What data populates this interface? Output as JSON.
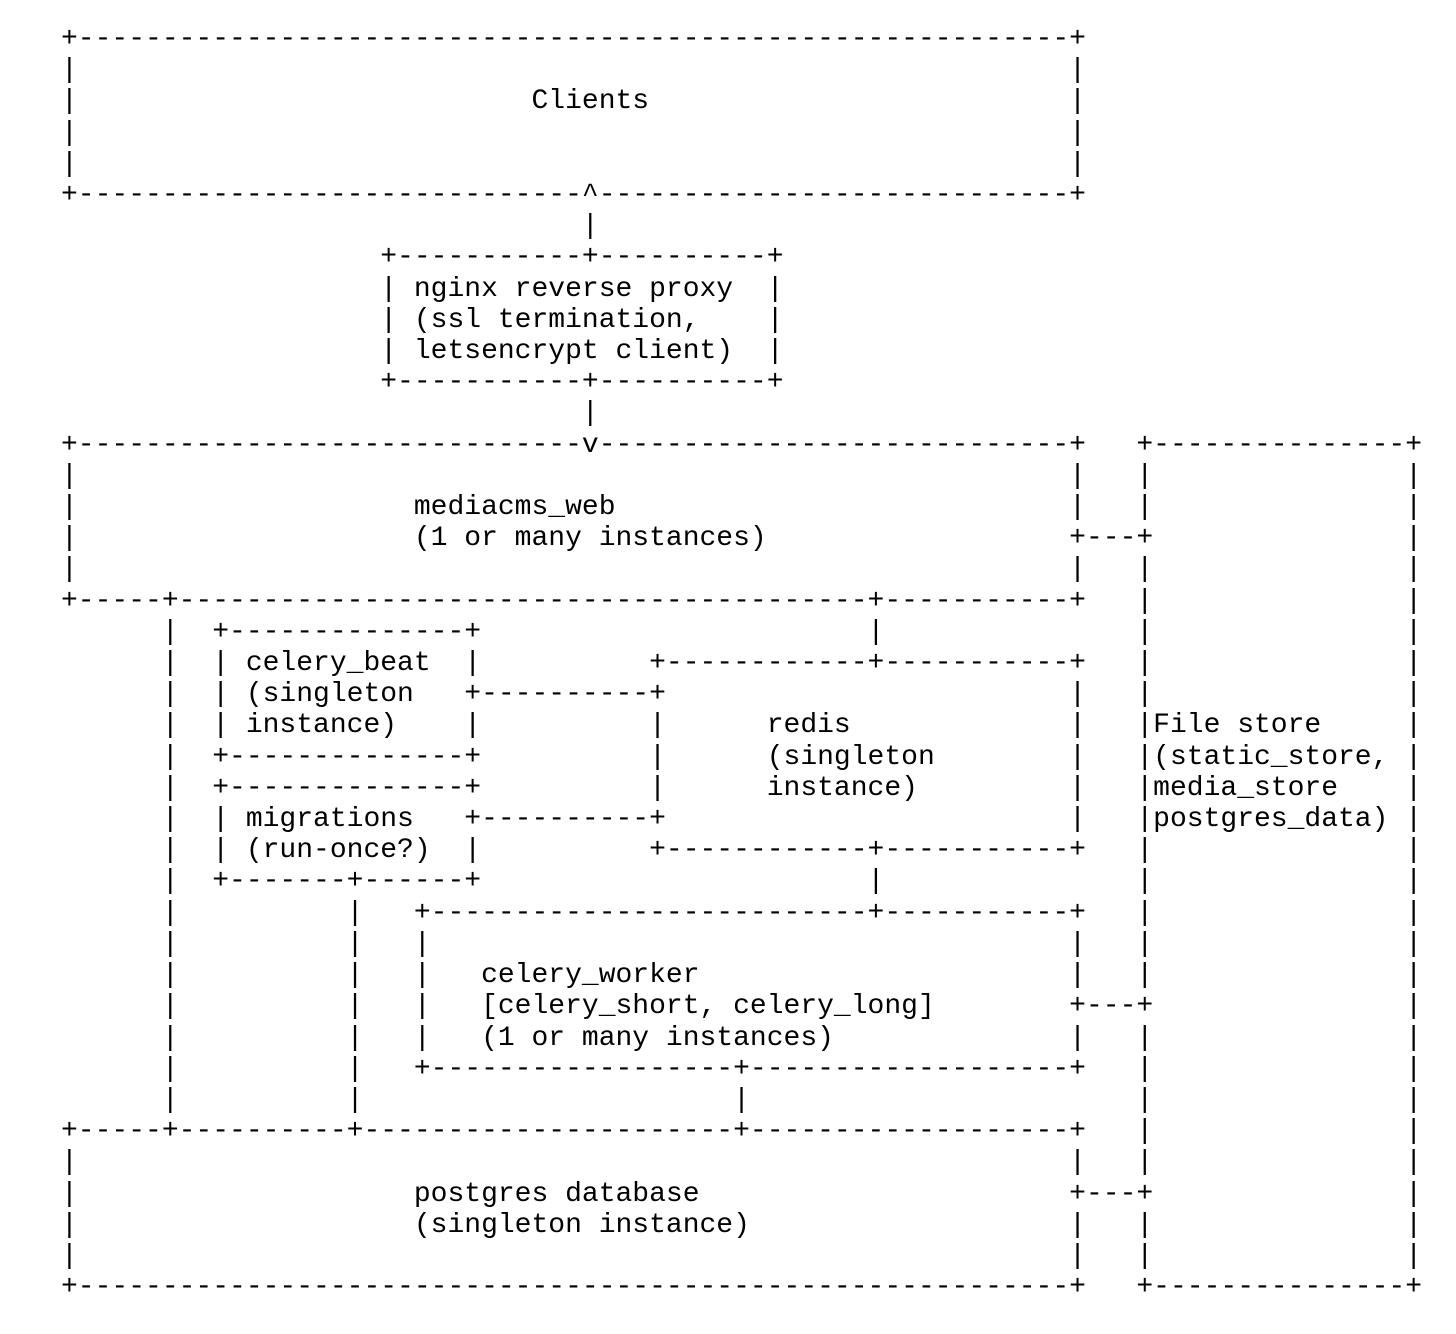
{
  "colors": {
    "canvas_background": "#ffffff",
    "diagram_text": "#000000"
  },
  "diagram": {
    "format": "ascii-box-drawing",
    "ascii_lines": [
      "+-----------------------------------------------------------+",
      "|                                                           |",
      "|                           Clients                         |",
      "|                                                           |",
      "|                                                           |",
      "+------------------------------^----------------------------+",
      "                               |",
      "                   +-----------+----------+",
      "                   | nginx reverse proxy  |",
      "                   | (ssl termination,    |",
      "                   | letsencrypt client)  |",
      "                   +-----------+----------+",
      "                               |",
      "+------------------------------v----------------------------+   +---------------+",
      "|                                                           |   |               |",
      "|                    mediacms_web                           |   |               |",
      "|                    (1 or many instances)                  +---+               |",
      "|                                                           |   |               |",
      "+-----+-----------------------------------------+-----------+   |               |",
      "      |  +--------------+                       |               |               |",
      "      |  | celery_beat  |          +------------+-----------+   |               |",
      "      |  | (singleton   +----------+                        |   |               |",
      "      |  | instance)    |          |      redis             |   |File store     |",
      "      |  +--------------+          |      (singleton        |   |(static_store, |",
      "      |  +--------------+          |      instance)         |   |media_store    |",
      "      |  | migrations   +----------+                        |   |postgres_data) |",
      "      |  | (run-once?)  |          +------------+-----------+   |               |",
      "      |  +-------+------+                       |               |               |",
      "      |          |   +--------------------------+-----------+   |               |",
      "      |          |   |                                      |   |               |",
      "      |          |   |   celery_worker                      |   |               |",
      "      |          |   |   [celery_short, celery_long]        +---+               |",
      "      |          |   |   (1 or many instances)              |   |               |",
      "      |          |   +------------------+-------------------+   |               |",
      "      |          |                      |                       |               |",
      "+-----+----------+----------------------+-------------------+   |               |",
      "|                                                           |   |               |",
      "|                    postgres database                      +---+               |",
      "|                    (singleton instance)                   |   |               |",
      "|                                                           |   |               |",
      "+-----------------------------------------------------------+   +---------------+"
    ],
    "nodes": [
      {
        "id": "clients",
        "lines": [
          "Clients"
        ]
      },
      {
        "id": "nginx-reverse-proxy",
        "lines": [
          "nginx reverse proxy",
          "(ssl termination,",
          "letsencrypt client)"
        ]
      },
      {
        "id": "mediacms-web",
        "lines": [
          "mediacms_web",
          "(1 or many instances)"
        ]
      },
      {
        "id": "celery-beat",
        "lines": [
          "celery_beat",
          "(singleton",
          "instance)"
        ]
      },
      {
        "id": "migrations",
        "lines": [
          "migrations",
          "(run-once?)"
        ]
      },
      {
        "id": "redis",
        "lines": [
          "redis",
          "(singleton",
          "instance)"
        ]
      },
      {
        "id": "celery-worker",
        "lines": [
          "celery_worker",
          "[celery_short, celery_long]",
          "(1 or many instances)"
        ]
      },
      {
        "id": "postgres-database",
        "lines": [
          "postgres database",
          "(singleton instance)"
        ]
      },
      {
        "id": "file-store",
        "lines": [
          "File store",
          "(static_store,",
          "media_store",
          "postgres_data)"
        ]
      }
    ],
    "edges": [
      {
        "from": "nginx-reverse-proxy",
        "to": "clients",
        "arrow": "up"
      },
      {
        "from": "nginx-reverse-proxy",
        "to": "mediacms-web",
        "arrow": "down"
      },
      {
        "from": "mediacms-web",
        "to": "file-store"
      },
      {
        "from": "mediacms-web",
        "to": "redis"
      },
      {
        "from": "mediacms-web",
        "to": "postgres-database"
      },
      {
        "from": "celery-beat",
        "to": "redis"
      },
      {
        "from": "migrations",
        "to": "redis"
      },
      {
        "from": "migrations",
        "to": "postgres-database"
      },
      {
        "from": "redis",
        "to": "celery-worker"
      },
      {
        "from": "celery-worker",
        "to": "postgres-database"
      },
      {
        "from": "celery-worker",
        "to": "file-store"
      },
      {
        "from": "postgres-database",
        "to": "file-store"
      }
    ]
  }
}
